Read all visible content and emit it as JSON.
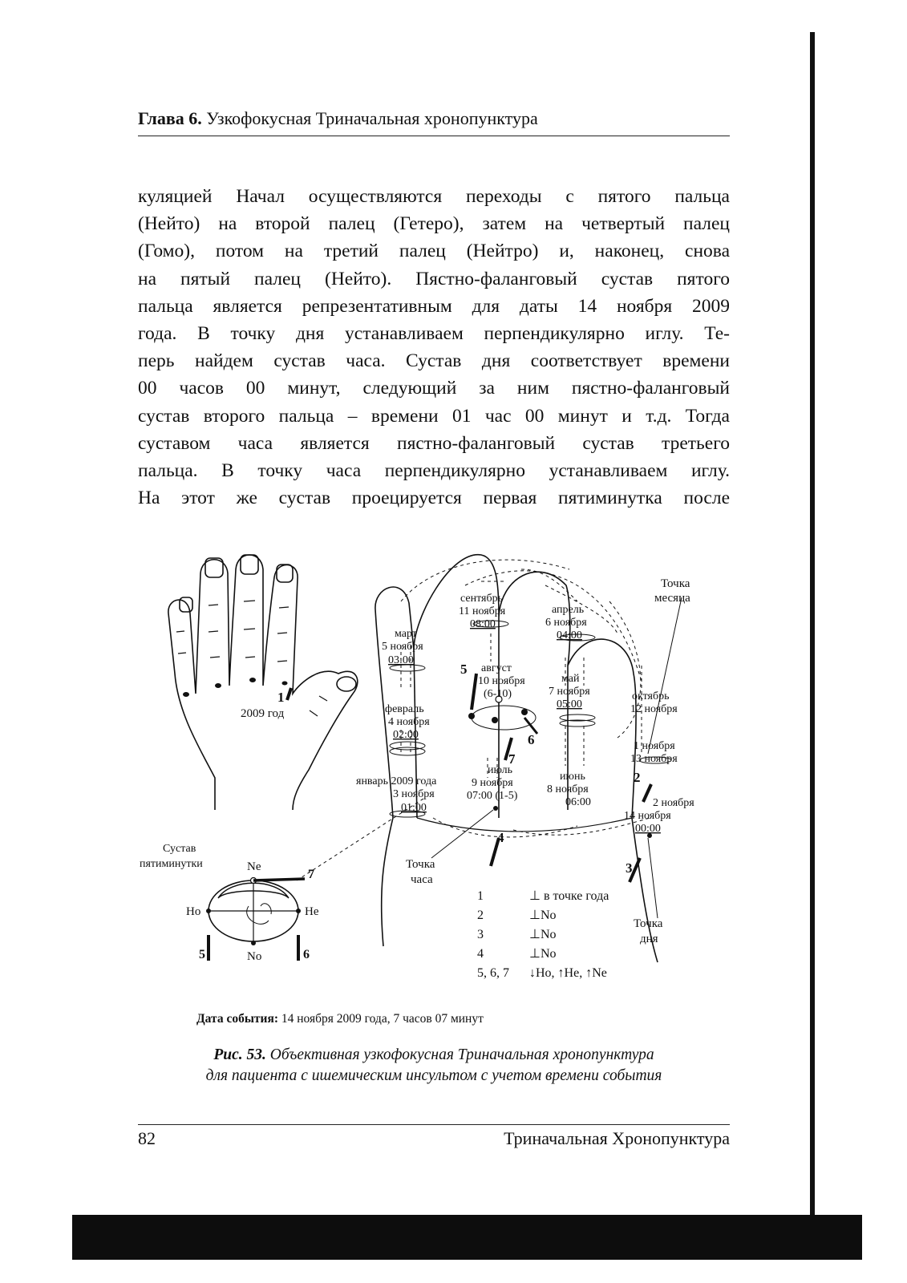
{
  "header": {
    "chapter_label": "Глава 6.",
    "chapter_title": "Узкофокусная Триначальная хронопунктура"
  },
  "body_lines": [
    "куляцией Начал осуществляются переходы с пятого пальца",
    "(Нейто) на второй палец (Гетеро), затем на четвертый палец",
    "(Гомо), потом на третий палец (Нейтро) и, наконец, снова",
    "на пятый палец (Нейто). Пястно-фаланговый сустав пятого",
    "пальца является репрезентативным для даты 14 ноября 2009",
    "года. В точку дня устанавливаем перпендикулярно иглу. Те-",
    "перь найдем сустав часа. Сустав дня соответствует времени",
    "00 часов 00 минут, следующий за ним пястно-фаланговый",
    "сустав второго пальца – времени 01 час 00 минут и т.д. Тогда",
    "суставом часа является пястно-фаланговый сустав третьего",
    "пальца. В точку часа перпендикулярно устанавливаем иглу.",
    "На этот же сустав проецируется первая пятиминутка после"
  ],
  "figure": {
    "small_hand": {
      "needle_number": "1",
      "year_label": "2009 год"
    },
    "joint_diagram": {
      "title_line1": "Сустав",
      "title_line2": "пятиминутки",
      "top": "Ne",
      "left": "Ho",
      "right": "He",
      "bottom": "No",
      "needle_left": "5",
      "needle_right": "6",
      "needle_top": "7"
    },
    "months": [
      {
        "month": "март",
        "date": "5 ноября",
        "time": "03:00"
      },
      {
        "month": "февраль",
        "date": "4 ноября",
        "time": "02:00"
      },
      {
        "month": "январь 2009 года",
        "date": "3 ноября",
        "time": "01:00"
      },
      {
        "month": "сентябрь",
        "date": "11 ноября",
        "time": "08:00"
      },
      {
        "month": "август",
        "date": "10 ноября",
        "time": "(6-10)"
      },
      {
        "month": "июль",
        "date": "9 ноября",
        "time": "07:00 (1-5)"
      },
      {
        "month": "апрель",
        "date": "6 ноября",
        "time": "04:00"
      },
      {
        "month": "май",
        "date": "7 ноября",
        "time": "05:00"
      },
      {
        "month": "июнь",
        "date": "8 ноября",
        "time": "06:00"
      },
      {
        "month": "октябрь",
        "date": "12 ноября",
        "time": ""
      },
      {
        "month": "1 ноября",
        "date": "13 ноября",
        "time": ""
      },
      {
        "month": "2 ноября",
        "date": "14 ноября",
        "time": "00:00"
      }
    ],
    "labels": {
      "month_point_1": "Точка",
      "month_point_2": "месяца",
      "hour_point_1": "Точка",
      "hour_point_2": "часа",
      "day_point_1": "Точка",
      "day_point_2": "дня"
    },
    "needle_numbers": {
      "n2": "2",
      "n3": "3",
      "n4": "4",
      "n5": "5",
      "n6": "6",
      "n7": "7"
    },
    "legend": [
      {
        "num": "1",
        "desc": "⊥ в точке года"
      },
      {
        "num": "2",
        "desc": "⊥No"
      },
      {
        "num": "3",
        "desc": "⊥No"
      },
      {
        "num": "4",
        "desc": "⊥No"
      },
      {
        "num": "5, 6, 7",
        "desc": "↓Ho, ↑He, ↑Ne"
      }
    ]
  },
  "event_date": {
    "label": "Дата события:",
    "value": " 14 ноября 2009 года, 7 часов 07 минут"
  },
  "caption": {
    "prefix": "Рис. 53.",
    "line1": " Объективная узкофокусная Триначальная хронопунктура",
    "line2": "для пациента с ишемическим инсультом с учетом времени события"
  },
  "footer": {
    "page_number": "82",
    "book_title": "Триначальная Хронопунктура"
  }
}
